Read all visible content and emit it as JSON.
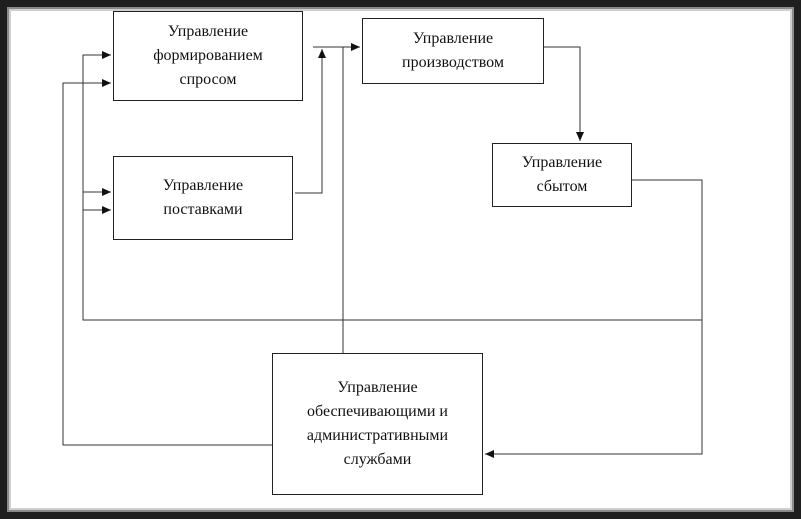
{
  "diagram": {
    "nodes": [
      {
        "id": "demand",
        "label": "Управление\nформированием\nспросом"
      },
      {
        "id": "production",
        "label": "Управление\nпроизводством"
      },
      {
        "id": "supply",
        "label": "Управление\nпоставками"
      },
      {
        "id": "sales",
        "label": "Управление\nсбытом"
      },
      {
        "id": "support",
        "label": "Управление\nобеспечивающими и\nадминистративными\nслужбами"
      }
    ],
    "edges": [
      {
        "from": "demand",
        "to": "production"
      },
      {
        "from": "supply",
        "to": "production"
      },
      {
        "from": "support",
        "to": "production"
      },
      {
        "from": "production",
        "to": "sales"
      },
      {
        "from": "sales",
        "to": "support"
      },
      {
        "from": "sales",
        "to": "demand"
      },
      {
        "from": "sales",
        "to": "supply"
      },
      {
        "from": "support",
        "to": "demand"
      }
    ]
  }
}
